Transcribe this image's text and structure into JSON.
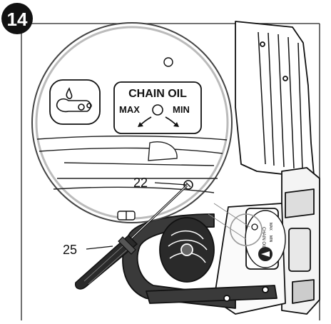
{
  "step": {
    "number": "14"
  },
  "callouts": {
    "oil_screw": "22",
    "screwdriver": "25"
  },
  "oil_label": {
    "title": "CHAIN OIL",
    "max": "MAX",
    "min": "MIN"
  },
  "small_label": {
    "line1": "CHAIN OIL",
    "max": "MAX",
    "min": "MIN"
  },
  "icons": [
    "oil-drop-icon",
    "chain-bar-icon",
    "rotate-arrow-left-icon",
    "rotate-arrow-right-icon"
  ]
}
